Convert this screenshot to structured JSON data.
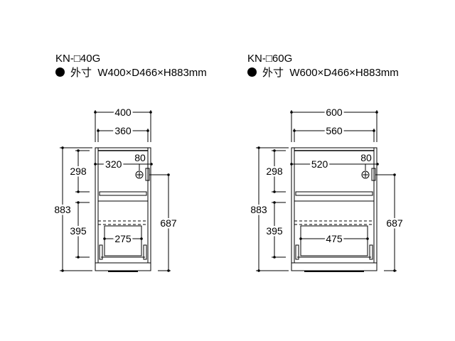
{
  "models": [
    {
      "name": "KN-□40G",
      "spec_label": "外寸",
      "spec": "W400×D466×H883mm",
      "dims": {
        "width": "400",
        "inner_width": "360",
        "top_depth": "320",
        "knob_offset": "80",
        "upper_height": "298",
        "total_height": "883",
        "lower_height": "395",
        "basket_width": "275",
        "knob_height": "687"
      }
    },
    {
      "name": "KN-□60G",
      "spec_label": "外寸",
      "spec": "W600×D466×H883mm",
      "dims": {
        "width": "600",
        "inner_width": "560",
        "top_depth": "520",
        "knob_offset": "80",
        "upper_height": "298",
        "total_height": "883",
        "lower_height": "395",
        "basket_width": "475",
        "knob_height": "687"
      }
    }
  ]
}
